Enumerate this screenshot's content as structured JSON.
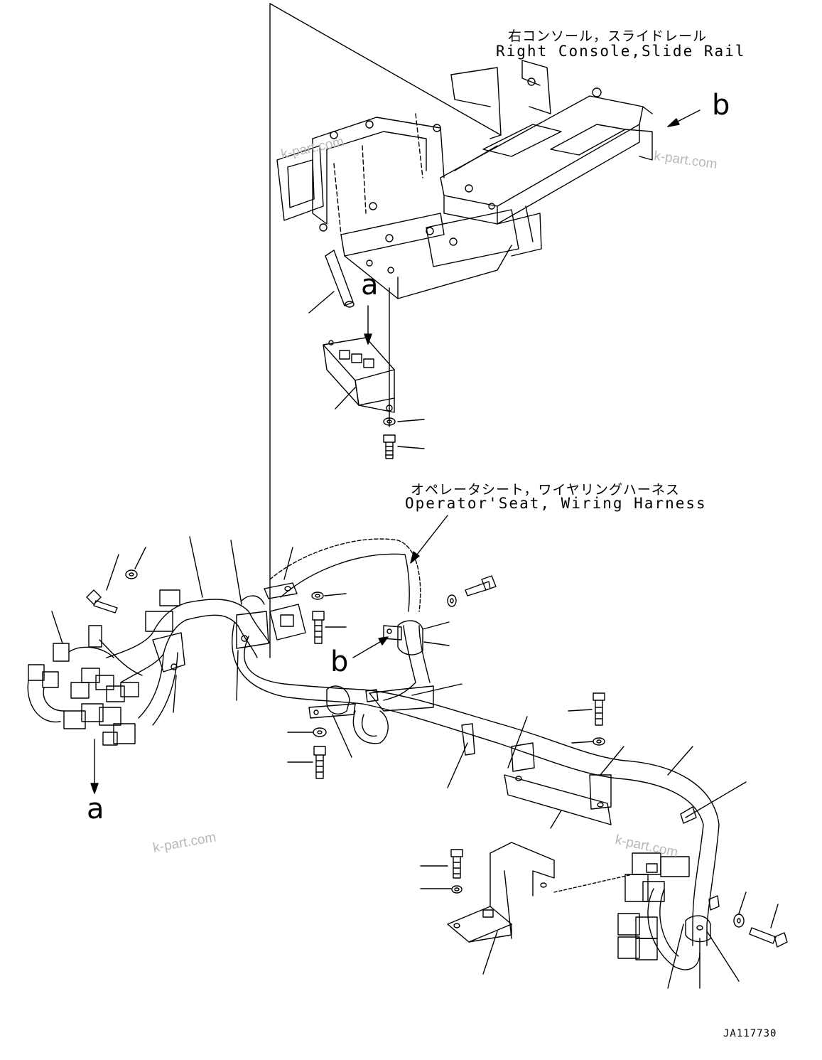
{
  "callouts": {
    "right_console_jp": "右コンソール，スライドレール",
    "right_console_en": "Right Console,Slide Rail",
    "operator_seat_jp": "オペレータシート，ワイヤリングハーネス",
    "operator_seat_en": "Operator'Seat, Wiring Harness"
  },
  "reference_letters": {
    "a_top": "a",
    "b_top": "b",
    "b_mid": "b",
    "a_bottom": "a"
  },
  "watermarks": [
    "k-part.com",
    "k-part.com",
    "k-part.com",
    "k-part.com"
  ],
  "drawing_code": "JA117730"
}
